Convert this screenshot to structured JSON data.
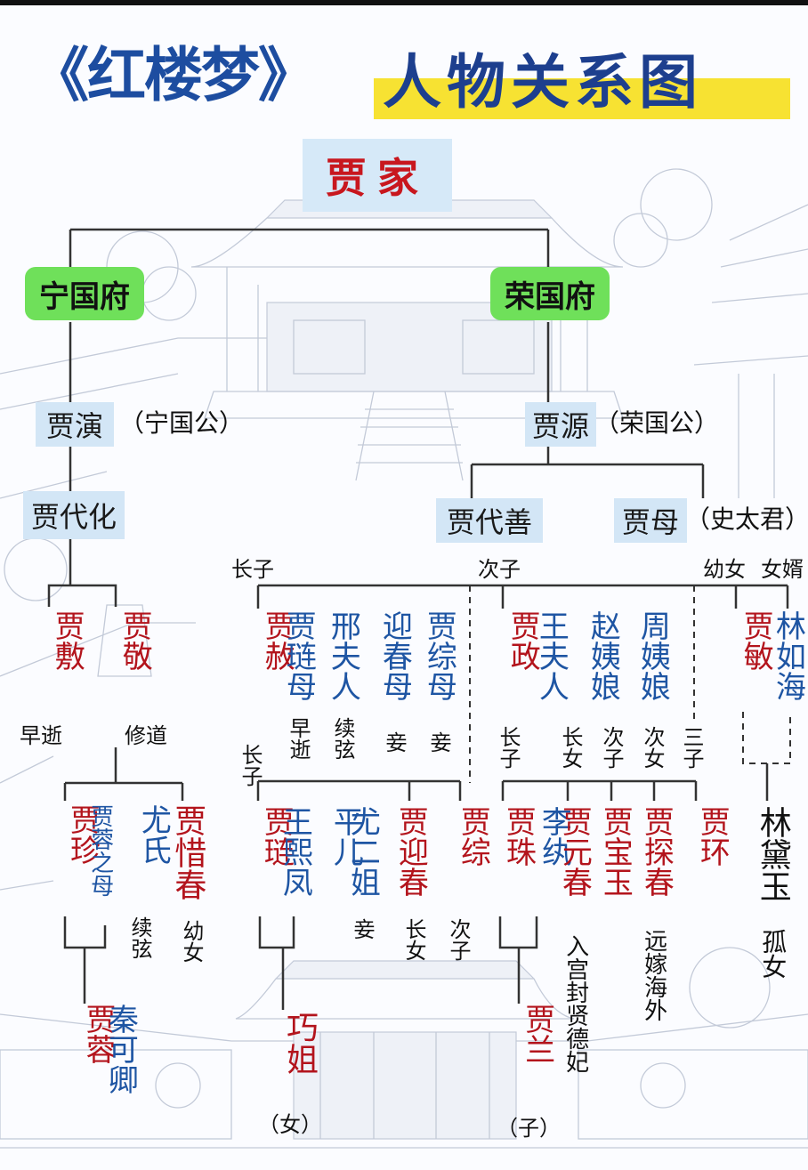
{
  "title": {
    "part1": "《红楼梦》",
    "part2": "人物关系图"
  },
  "root": "贾家",
  "branches": {
    "ningguo": "宁国府",
    "rongguo": "荣国府"
  },
  "ning": {
    "ancestor": "贾演",
    "ancestor_title": "（宁国公）",
    "gen2": "贾代化",
    "she": "贾敷",
    "she_note": "早逝",
    "jing": "贾敬",
    "jing_note": "修道",
    "zhen": "贾珍",
    "rong_mother": "贾蓉之母",
    "youshi": "尤氏",
    "youshi_note": "续弦",
    "xichun": "贾惜春",
    "xichun_note": "幼女",
    "jiarong": "贾蓉",
    "qinkeqing": "秦可卿"
  },
  "rong": {
    "ancestor": "贾源",
    "ancestor_title": "（荣国公）",
    "daishan": "贾代善",
    "jiamu": "贾母",
    "jiamu_title": "（史太君）",
    "labels": {
      "eldest_son": "长子",
      "second_son": "次子",
      "youngest_daughter": "幼女",
      "son_in_law": "女婿"
    },
    "jiashe": "贾赦",
    "lian_mother": "贾琏母",
    "lian_mother_note": "早逝",
    "xing": "邢夫人",
    "xing_note": "续弦",
    "yingchun_mother": "迎春母",
    "yingchun_mother_note": "妾",
    "zong_mother": "贾综母",
    "zong_mother_note": "妾",
    "jiazheng": "贾政",
    "wangfuren": "王夫人",
    "zhao": "赵姨娘",
    "zhou": "周姨娘",
    "notes_zheng": [
      "长子",
      "长女",
      "次子",
      "次女",
      "三子"
    ],
    "jiamin": "贾敏",
    "linruhai": "林如海",
    "she_line_note": "长子",
    "jialian": "贾琏",
    "wangxifeng": "王熙凤",
    "pinger": "平儿",
    "youerjie": "尤二姐",
    "youerjie_note": "妾",
    "yingchun": "贾迎春",
    "yingchun_note": "长女",
    "jiazong": "贾综",
    "jiazong_note": "次子",
    "jiazhu": "贾珠",
    "liwan": "李纨",
    "yuanchun": "贾元春",
    "yuanchun_note": "入宫封贤德妃",
    "baoyu": "贾宝玉",
    "tanchun": "贾探春",
    "tanchun_note": "远嫁海外",
    "jiahuan": "贾环",
    "lindaiyu": "林黛玉",
    "lindaiyu_note": "孤女",
    "qiaojie": "巧姐",
    "qiaojie_note": "（女）",
    "jialan": "贾兰",
    "jialan_note": "（子）"
  }
}
